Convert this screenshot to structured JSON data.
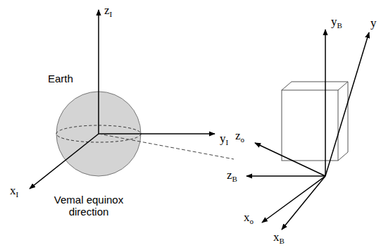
{
  "diagram": {
    "labels": [
      "zI",
      "yI",
      "xI",
      "Earth",
      "Vemal equinox direction",
      "yB",
      "y",
      "zo",
      "zB",
      "xo",
      "xB"
    ]
  }
}
